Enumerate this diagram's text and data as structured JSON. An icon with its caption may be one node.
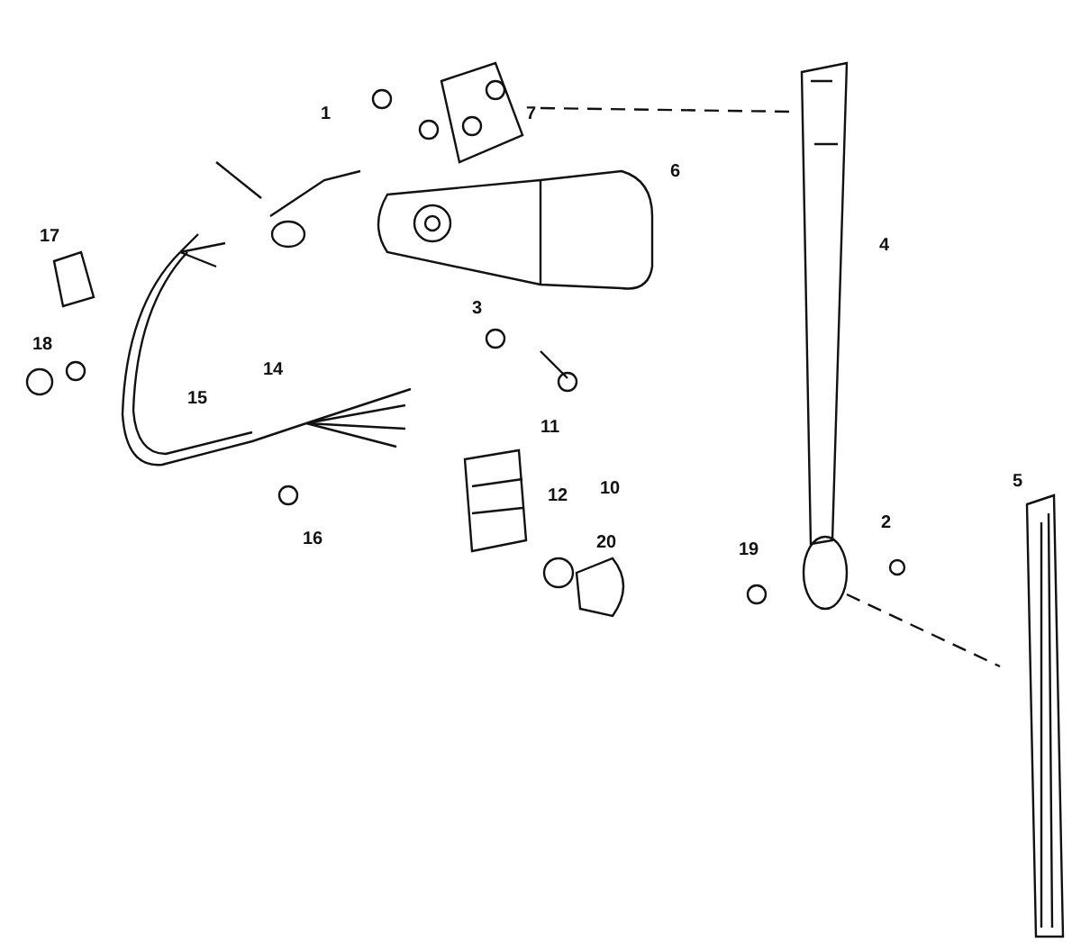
{
  "diagram": {
    "labels": [
      "1",
      "7",
      "6",
      "3",
      "4",
      "17",
      "18",
      "15",
      "14",
      "16",
      "11",
      "12",
      "10",
      "20",
      "19",
      "2",
      "5"
    ]
  }
}
